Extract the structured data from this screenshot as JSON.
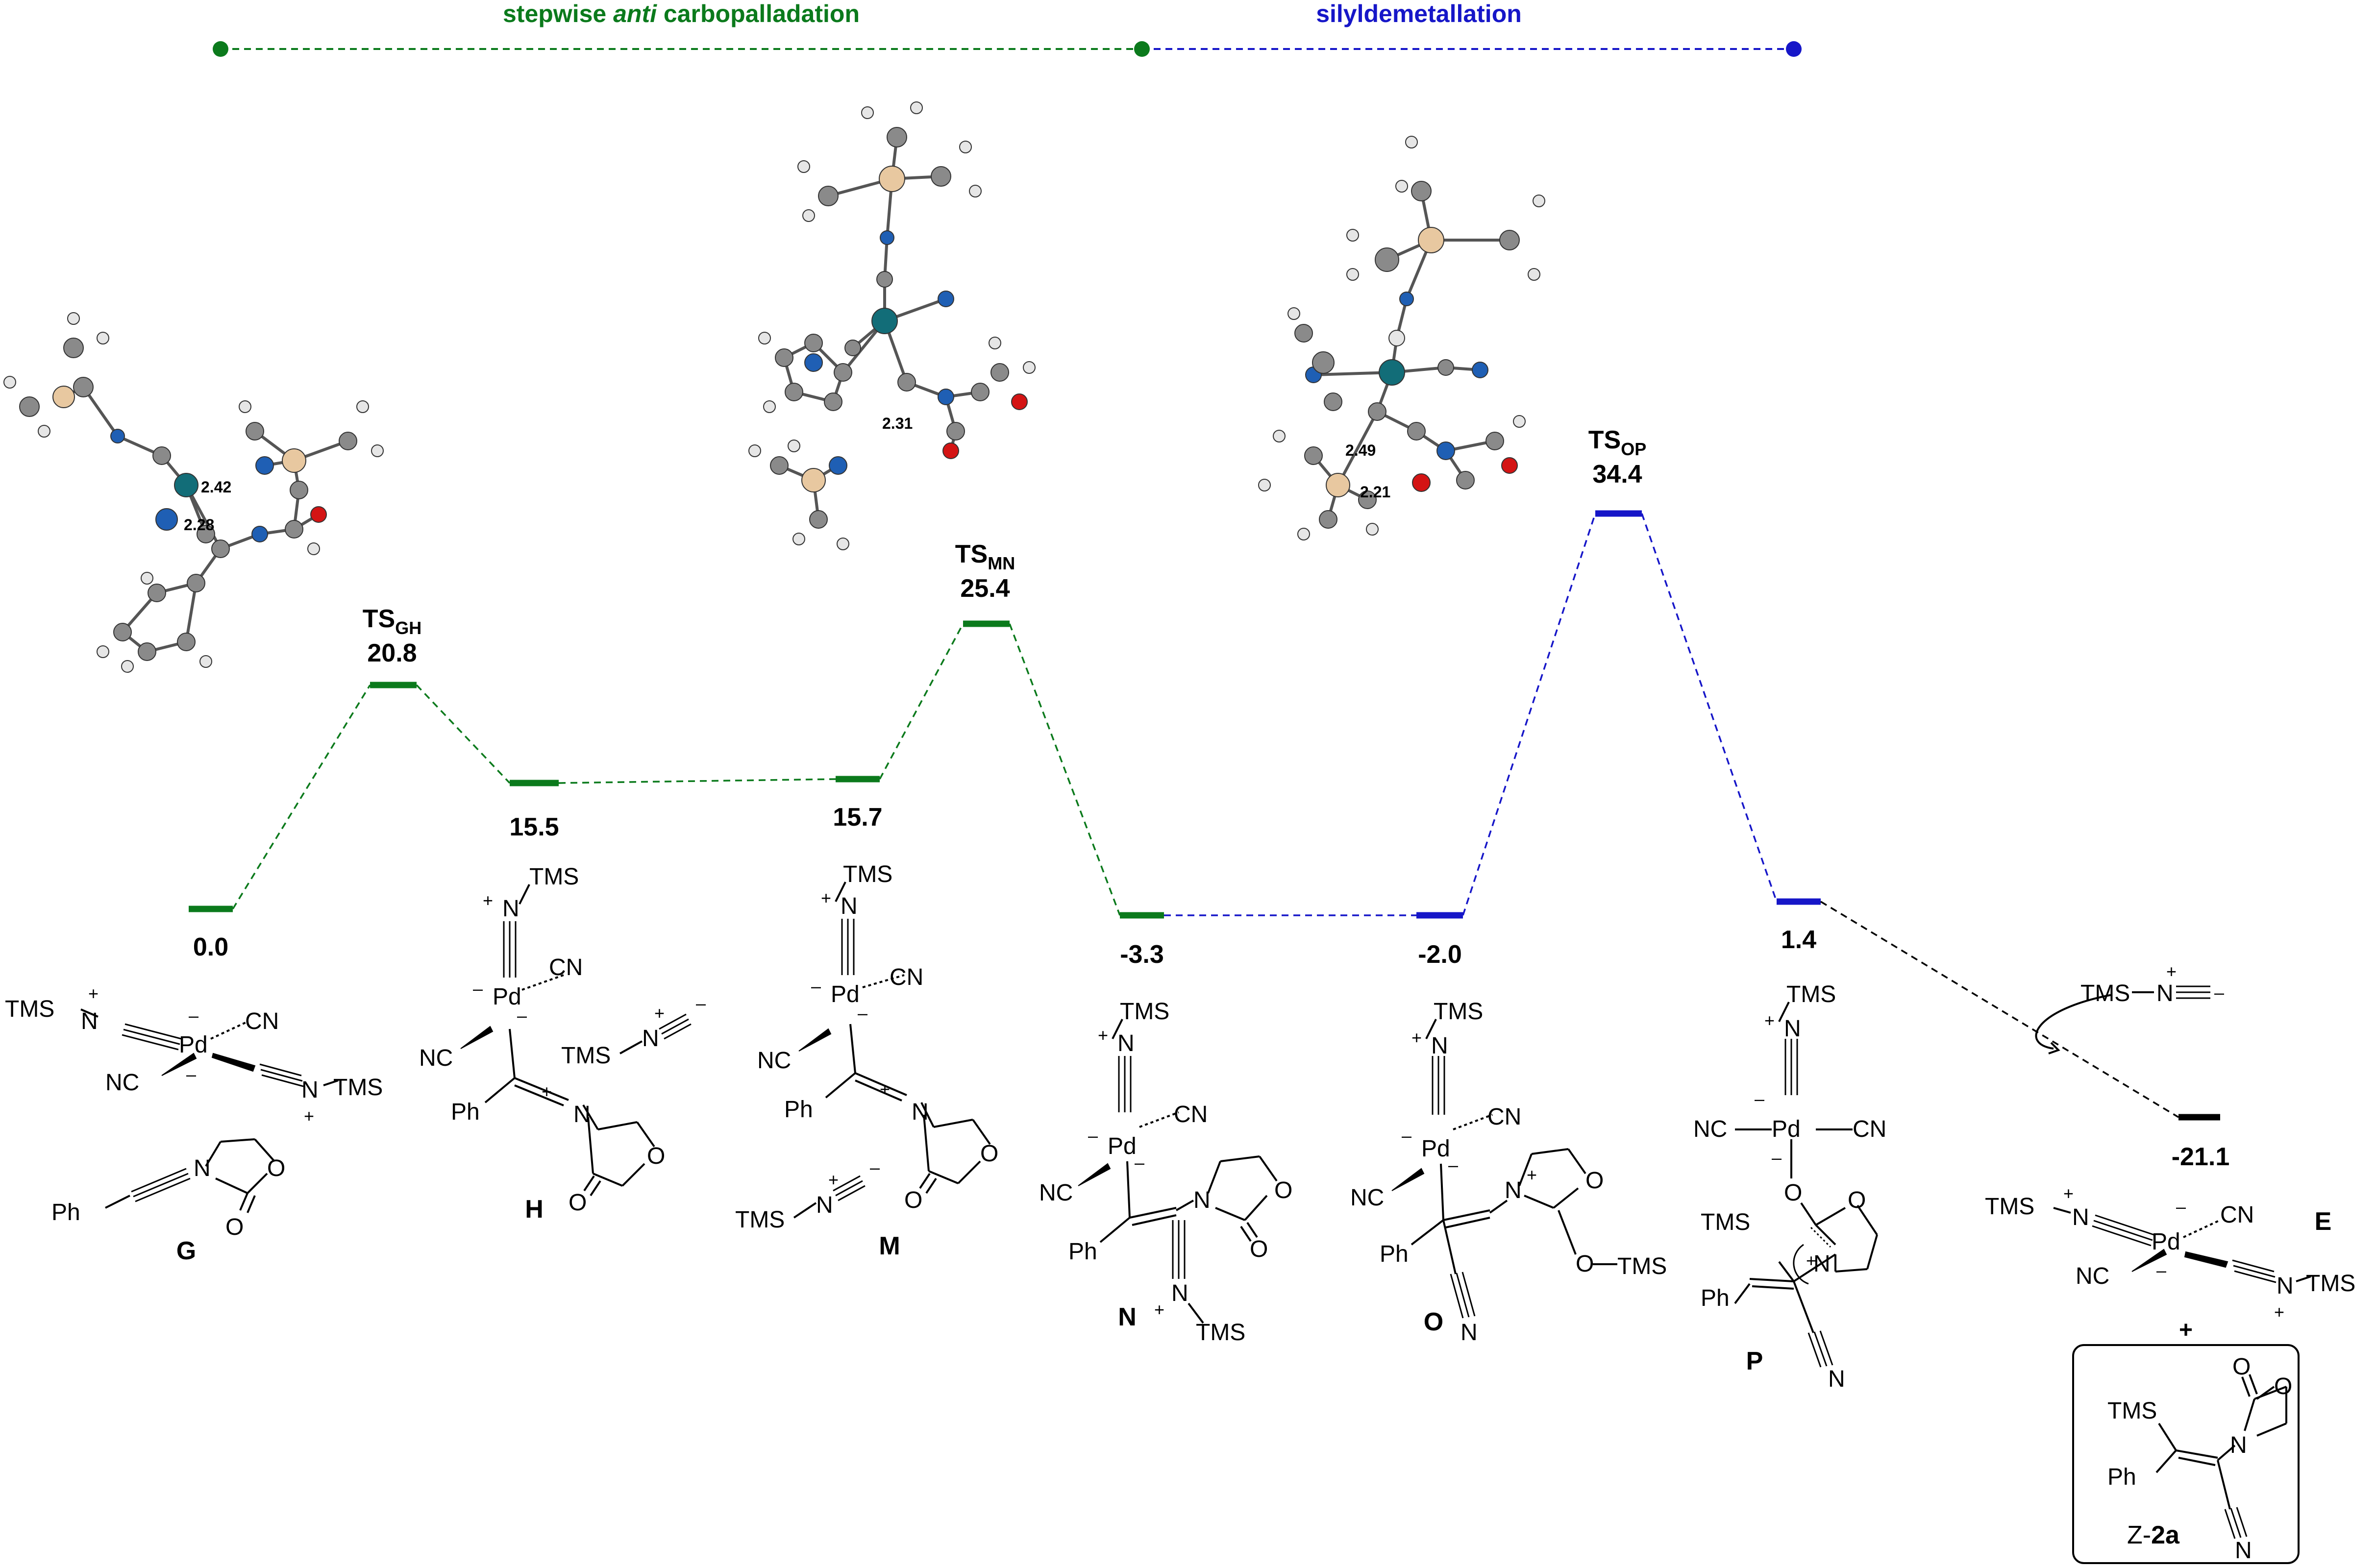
{
  "phases": {
    "carbo": {
      "prefix": "stepwise ",
      "italic": "anti",
      "suffix": " carbopalladation",
      "color": "#0b7a1c"
    },
    "silyl": {
      "label": "silyldemetallation",
      "color": "#1616c8"
    }
  },
  "colors": {
    "green": "#0b7a1c",
    "blue": "#1616c8",
    "black": "#000000",
    "C": "#8a8a8a",
    "H": "#e6e6e6",
    "N": "#1f5fb4",
    "O": "#d41414",
    "Si": "#e8c8a0",
    "Pd": "#126d78"
  },
  "energies": {
    "G": "0.0",
    "TS_GH": "20.8",
    "H": "15.5",
    "M": "15.7",
    "TS_MN": "25.4",
    "N": "-3.3",
    "O": "-2.0",
    "TS_OP": "34.4",
    "P": "1.4",
    "E": "-21.1"
  },
  "ts_labels": {
    "GH": {
      "base": "TS",
      "sub": "GH"
    },
    "MN": {
      "base": "TS",
      "sub": "MN"
    },
    "OP": {
      "base": "TS",
      "sub": "OP"
    }
  },
  "distances": {
    "ts1_a": "2.42",
    "ts1_b": "2.28",
    "ts2_a": "2.31",
    "ts3_a": "2.49",
    "ts3_b": "2.21"
  },
  "compounds": {
    "G": "G",
    "H": "H",
    "M": "M",
    "N": "N",
    "O": "O",
    "P": "P",
    "E": "E"
  },
  "atoms": {
    "TMS": "TMS",
    "CN": "CN",
    "NC": "NC",
    "Pd": "Pd",
    "N": "N",
    "O": "O",
    "Ph": "Ph",
    "plus": "+",
    "minus": "–"
  },
  "product": {
    "prefix": "Z-",
    "label": "2a",
    "plus": "+"
  }
}
